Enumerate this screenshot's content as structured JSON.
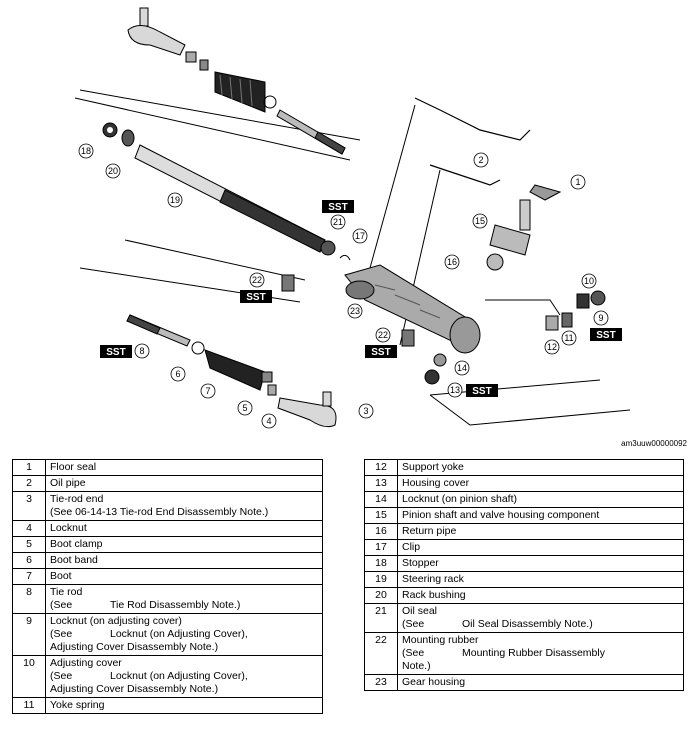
{
  "figure_code": "am3uuw00000092",
  "sst_label": "SST",
  "callouts": [
    "1",
    "2",
    "3",
    "4",
    "5",
    "6",
    "7",
    "8",
    "9",
    "10",
    "11",
    "12",
    "13",
    "14",
    "15",
    "16",
    "17",
    "18",
    "19",
    "20",
    "21",
    "22",
    "23"
  ],
  "parts_left": [
    {
      "num": "1",
      "lines": [
        "Floor seal"
      ]
    },
    {
      "num": "2",
      "lines": [
        "Oil pipe"
      ]
    },
    {
      "num": "3",
      "lines": [
        "Tie-rod end",
        "(See 06-14-13 Tie-rod End Disassembly Note.)"
      ]
    },
    {
      "num": "4",
      "lines": [
        "Locknut"
      ]
    },
    {
      "num": "5",
      "lines": [
        "Boot clamp"
      ]
    },
    {
      "num": "6",
      "lines": [
        "Boot band"
      ]
    },
    {
      "num": "7",
      "lines": [
        "Boot"
      ]
    },
    {
      "num": "8",
      "lines": [
        "Tie rod",
        "(See",
        "Tie Rod Disassembly Note.)"
      ]
    },
    {
      "num": "9",
      "lines": [
        "Locknut (on adjusting cover)",
        "(See",
        "Locknut (on Adjusting Cover),",
        "Adjusting Cover Disassembly Note.)"
      ]
    },
    {
      "num": "10",
      "lines": [
        "Adjusting cover",
        "(See",
        "Locknut (on Adjusting Cover),",
        "Adjusting Cover Disassembly Note.)"
      ]
    },
    {
      "num": "11",
      "lines": [
        "Yoke spring"
      ]
    }
  ],
  "parts_right": [
    {
      "num": "12",
      "lines": [
        "Support yoke"
      ]
    },
    {
      "num": "13",
      "lines": [
        "Housing cover"
      ]
    },
    {
      "num": "14",
      "lines": [
        "Locknut (on pinion shaft)"
      ]
    },
    {
      "num": "15",
      "lines": [
        "Pinion shaft and valve housing component"
      ]
    },
    {
      "num": "16",
      "lines": [
        "Return pipe"
      ]
    },
    {
      "num": "17",
      "lines": [
        "Clip"
      ]
    },
    {
      "num": "18",
      "lines": [
        "Stopper"
      ]
    },
    {
      "num": "19",
      "lines": [
        "Steering rack"
      ]
    },
    {
      "num": "20",
      "lines": [
        "Rack bushing"
      ]
    },
    {
      "num": "21",
      "lines": [
        "Oil seal",
        "(See",
        "Oil Seal Disassembly Note.)"
      ]
    },
    {
      "num": "22",
      "lines": [
        "Mounting rubber",
        "(See",
        "Mounting Rubber Disassembly",
        "Note.)"
      ]
    },
    {
      "num": "23",
      "lines": [
        "Gear housing"
      ]
    }
  ]
}
